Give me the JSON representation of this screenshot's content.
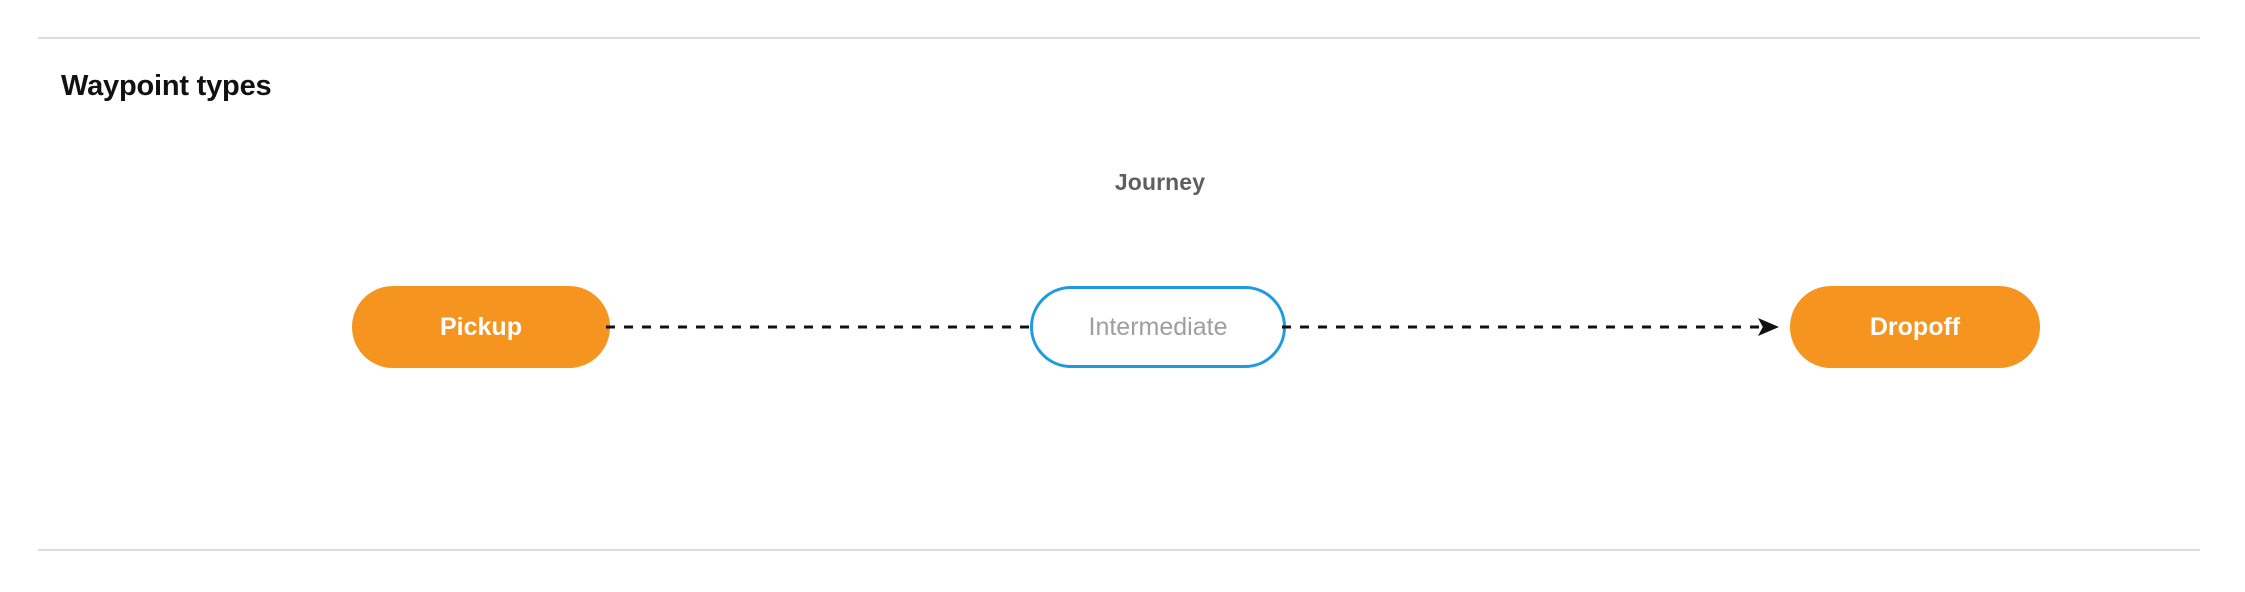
{
  "section": {
    "title": "Waypoint types"
  },
  "diagram": {
    "title": "Journey",
    "nodes": [
      {
        "id": "pickup",
        "label": "Pickup",
        "style": "filled",
        "fill": "#f5941e",
        "text_color": "#ffffff"
      },
      {
        "id": "intermediate",
        "label": "Intermediate",
        "style": "outlined",
        "fill": "#ffffff",
        "border_color": "#1e9be0",
        "text_color": "#9e9e9e"
      },
      {
        "id": "dropoff",
        "label": "Dropoff",
        "style": "filled",
        "fill": "#f5941e",
        "text_color": "#ffffff"
      }
    ],
    "edges": [
      {
        "from": "pickup",
        "to": "intermediate",
        "style": "dashed",
        "arrowhead": false,
        "color": "#111111"
      },
      {
        "from": "intermediate",
        "to": "dropoff",
        "style": "dashed",
        "arrowhead": true,
        "color": "#111111"
      }
    ]
  },
  "colors": {
    "waypoint_orange": "#f5941e",
    "intermediate_blue": "#1e9be0",
    "intermediate_text": "#9e9e9e",
    "journey_label": "#5f5f5f",
    "divider": "#dcdcdc",
    "title": "#111111",
    "background": "#ffffff"
  }
}
